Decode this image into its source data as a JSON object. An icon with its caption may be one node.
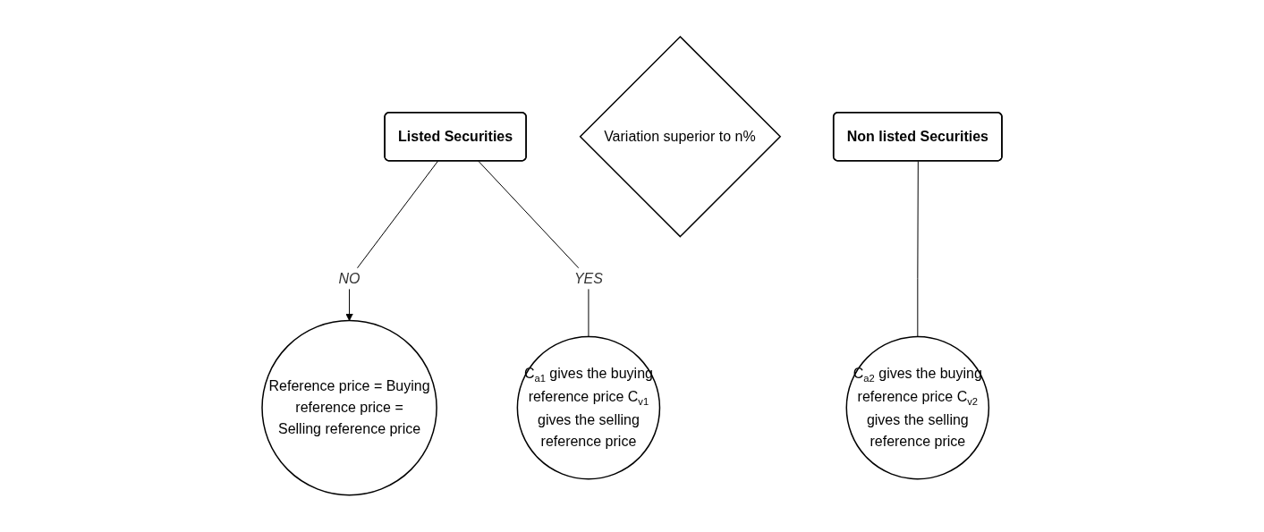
{
  "diagram": {
    "nodes": [
      {
        "text": [
          "Listed Securities"
        ]
      },
      {
        "text": [
          "Variation superior to n%"
        ]
      },
      {
        "text": [
          "Reference price = Buying reference price = Selling reference price"
        ]
      },
      {
        "text": [
          "C$_{a1}$ gives the buying reference price C$_{v1}$ gives the selling reference price"
        ]
      },
      {
        "text": [
          "Non listed Securities"
        ]
      },
      {
        "text": [
          "C$_{a2}$ gives the buying reference price C$_{v2}$ gives the selling reference price"
        ]
      }
    ],
    "edges": [
      {
        "from": 0,
        "to": 2,
        "arrow": "to",
        "label": "NO"
      },
      {
        "from": 0,
        "to": 3,
        "arrow": "none",
        "label": "YES"
      },
      {
        "from": 4,
        "to": 5,
        "arrow": "none"
      }
    ]
  }
}
